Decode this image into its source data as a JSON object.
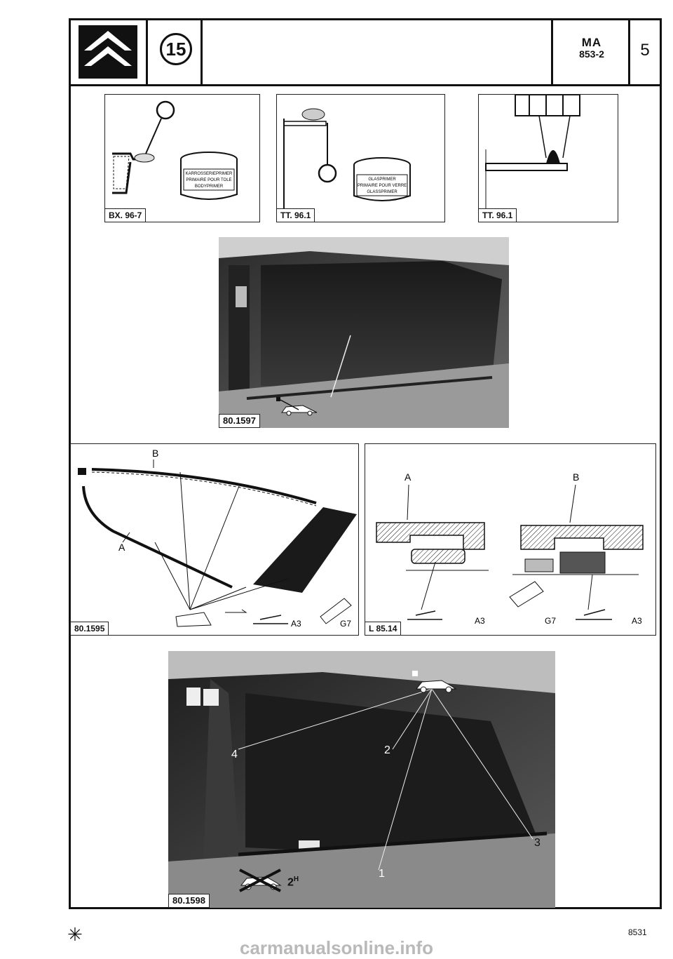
{
  "header": {
    "badge_number": "15",
    "model_code_line1": "MA",
    "model_code_line2": "853-2",
    "page_number": "5"
  },
  "figures": {
    "fig1": {
      "ref": "BX. 96-7",
      "can_label": [
        "KARROSSERIEPRIMER",
        "PRIMAIRE POUR TOLE",
        "BODYPRIMER"
      ]
    },
    "fig2": {
      "ref": "TT. 96.1",
      "can_label": [
        "GLASPRIMER",
        "PRIMAIRE POUR VERRE",
        "GLASSPRIMER"
      ]
    },
    "fig3": {
      "ref": "TT. 96.1"
    },
    "photo1": {
      "ref": "80.1597"
    },
    "fig4": {
      "ref": "80.1595",
      "label_b": "B",
      "label_a": "A",
      "label_a3": "A3",
      "label_g7": "G7"
    },
    "fig5": {
      "ref": "L 85.14",
      "label_a": "A",
      "label_b": "B",
      "label_a3_left": "A3",
      "label_g7": "G7",
      "label_a3_right": "A3"
    },
    "photo2": {
      "ref": "80.1598",
      "callout_1": "1",
      "callout_2": "2",
      "callout_3": "3",
      "callout_4": "4",
      "time_label": "2",
      "time_unit": "H"
    }
  },
  "footer": {
    "star": "✳",
    "page_code": "8531",
    "watermark": "carmanualsonline.info"
  }
}
